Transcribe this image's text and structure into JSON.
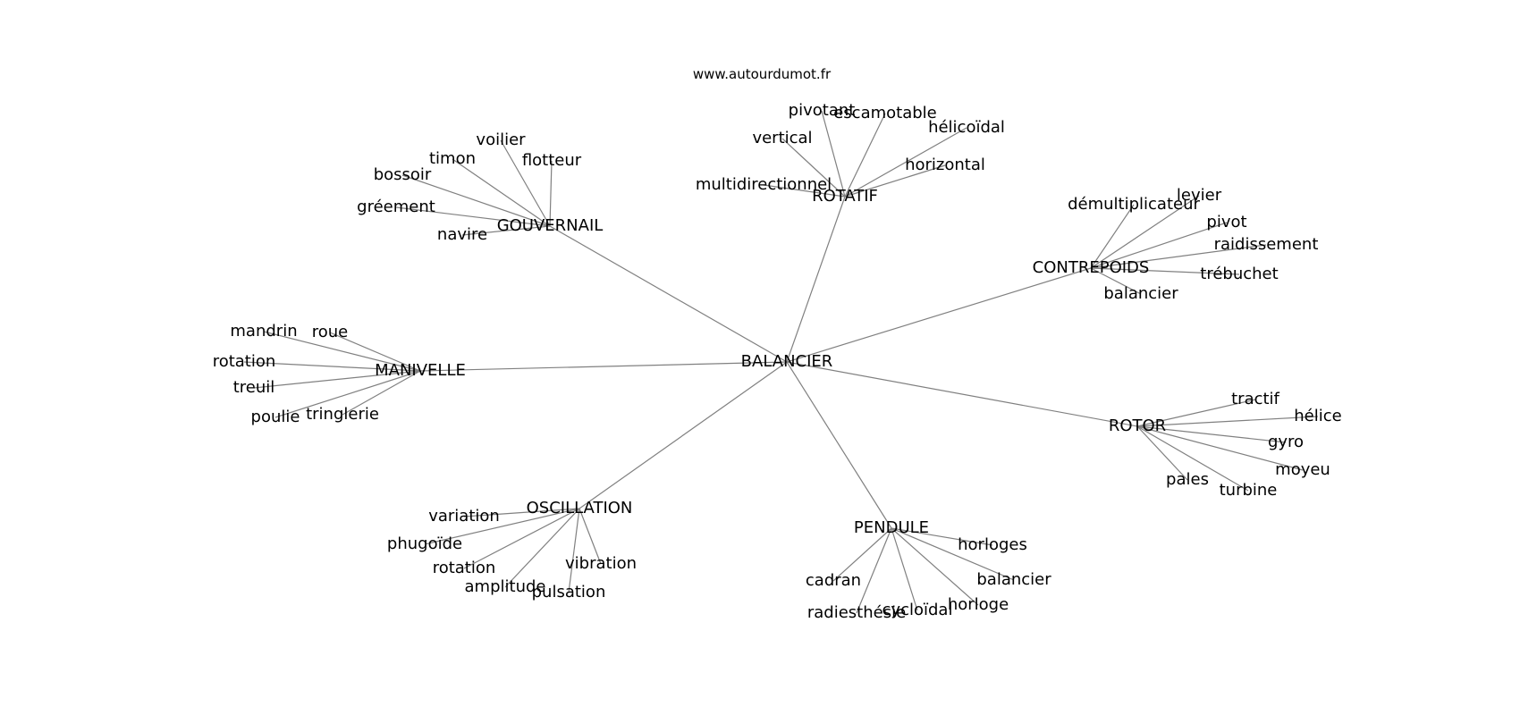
{
  "site": "www.autourdumot.fr",
  "center": "BALANCIER",
  "hubs": [
    {
      "label": "GOUVERNAIL",
      "words": [
        "voilier",
        "timon",
        "flotteur",
        "bossoir",
        "gréement",
        "navire"
      ]
    },
    {
      "label": "ROTATIF",
      "words": [
        "pivotant",
        "escamotable",
        "hélicoïdal",
        "vertical",
        "horizontal",
        "multidirectionnel"
      ]
    },
    {
      "label": "CONTREPOIDS",
      "words": [
        "démultiplicateur",
        "levier",
        "pivot",
        "raidissement",
        "trébuchet",
        "balancier"
      ]
    },
    {
      "label": "MANIVELLE",
      "words": [
        "mandrin",
        "roue",
        "rotation",
        "treuil",
        "poulie",
        "tringlerie"
      ]
    },
    {
      "label": "ROTOR",
      "words": [
        "tractif",
        "hélice",
        "gyro",
        "moyeu",
        "pales",
        "turbine"
      ]
    },
    {
      "label": "OSCILLATION",
      "words": [
        "variation",
        "phugoïde",
        "rotation",
        "vibration",
        "amplitude",
        "pulsation"
      ]
    },
    {
      "label": "PENDULE",
      "words": [
        "horloges",
        "cadran",
        "balancier",
        "radiesthésie",
        "cycloïdal",
        "horloge"
      ]
    }
  ]
}
